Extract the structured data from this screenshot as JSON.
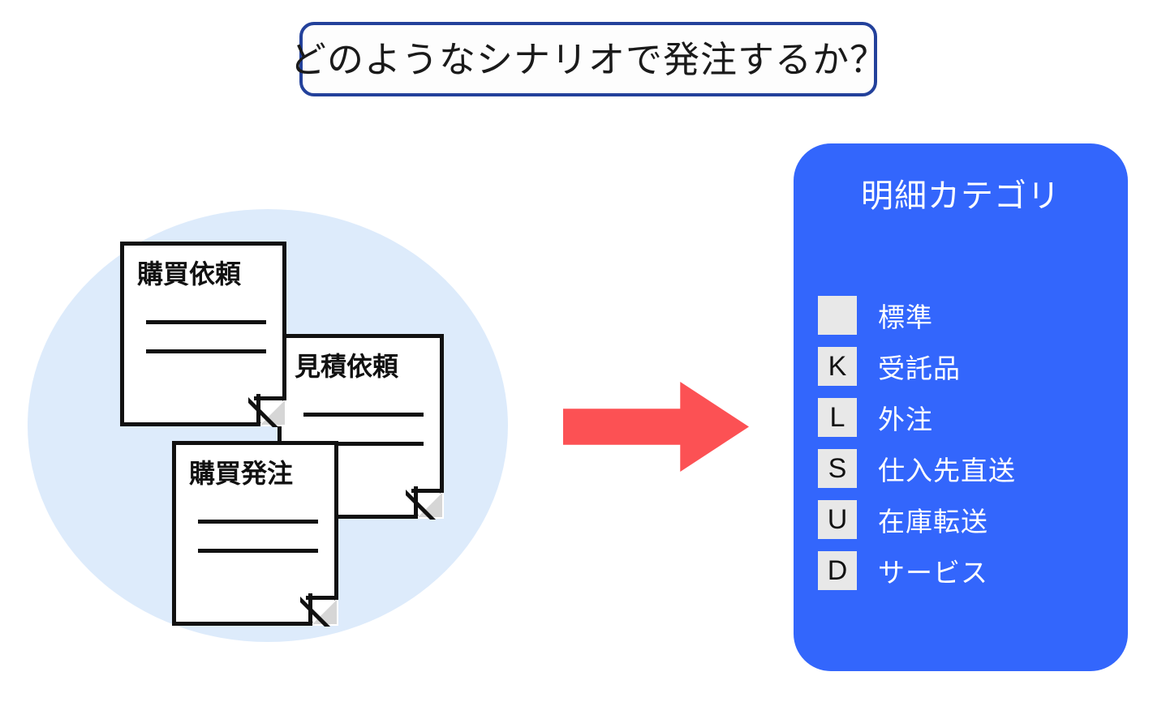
{
  "title": {
    "text": "どのようなシナリオで発注するか？"
  },
  "documents": [
    {
      "label": "購買依頼"
    },
    {
      "label": "見積依頼"
    },
    {
      "label": "購買発注"
    }
  ],
  "arrow": {
    "direction": "right",
    "color": "#fc5154"
  },
  "panel": {
    "header": "明細カテゴリ",
    "background_color": "#3366fc",
    "rows": [
      {
        "key": "",
        "label": "標準"
      },
      {
        "key": "K",
        "label": "受託品"
      },
      {
        "key": "L",
        "label": "外注"
      },
      {
        "key": "S",
        "label": "仕入先直送"
      },
      {
        "key": "U",
        "label": "在庫転送"
      },
      {
        "key": "D",
        "label": "サービス"
      }
    ]
  },
  "colors": {
    "title_border": "#23419b",
    "blob": "#ddebfb",
    "panel_blue": "#3366fc",
    "arrow_red": "#fc5154",
    "key_box": "#e8e8e8",
    "doc_outline": "#111111"
  }
}
